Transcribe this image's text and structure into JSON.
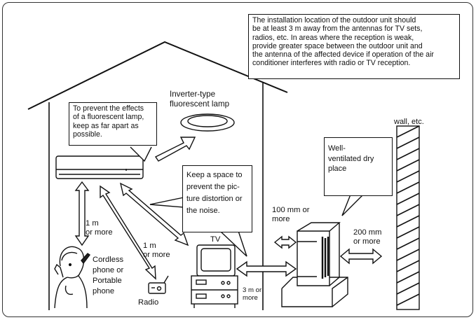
{
  "note_top": "The installation location of the outdoor unit should\nbe at least 3 m away from the antennas for TV sets,\nradios, etc. In areas where the reception is weak,\nprovide greater space between the outdoor unit and\nthe antenna of the affected device if operation of the air\nconditioner interferes with radio or TV reception.",
  "lamp_label": "Inverter-type\nfluorescent lamp",
  "lamp_note": "To prevent the effects\nof a fluorescent lamp,\nkeep as far apart as\npossible.",
  "space_note": "Keep a space to\nprevent the pic-\nture distortion or\nthe noise.",
  "dry_place_note": "Well-\nventilated dry\nplace",
  "wall_label": "wall, etc.",
  "dist_phone": "1 m\nor more",
  "dist_radio": "1 m\nor more",
  "dist_100": "100 mm or\nmore",
  "dist_200": "200 mm\nor more",
  "dist_3m": "3 m or\nmore",
  "phone_label": "Cordless\nphone or\nPortable\nphone",
  "radio_label": "Radio",
  "tv_label": "TV"
}
